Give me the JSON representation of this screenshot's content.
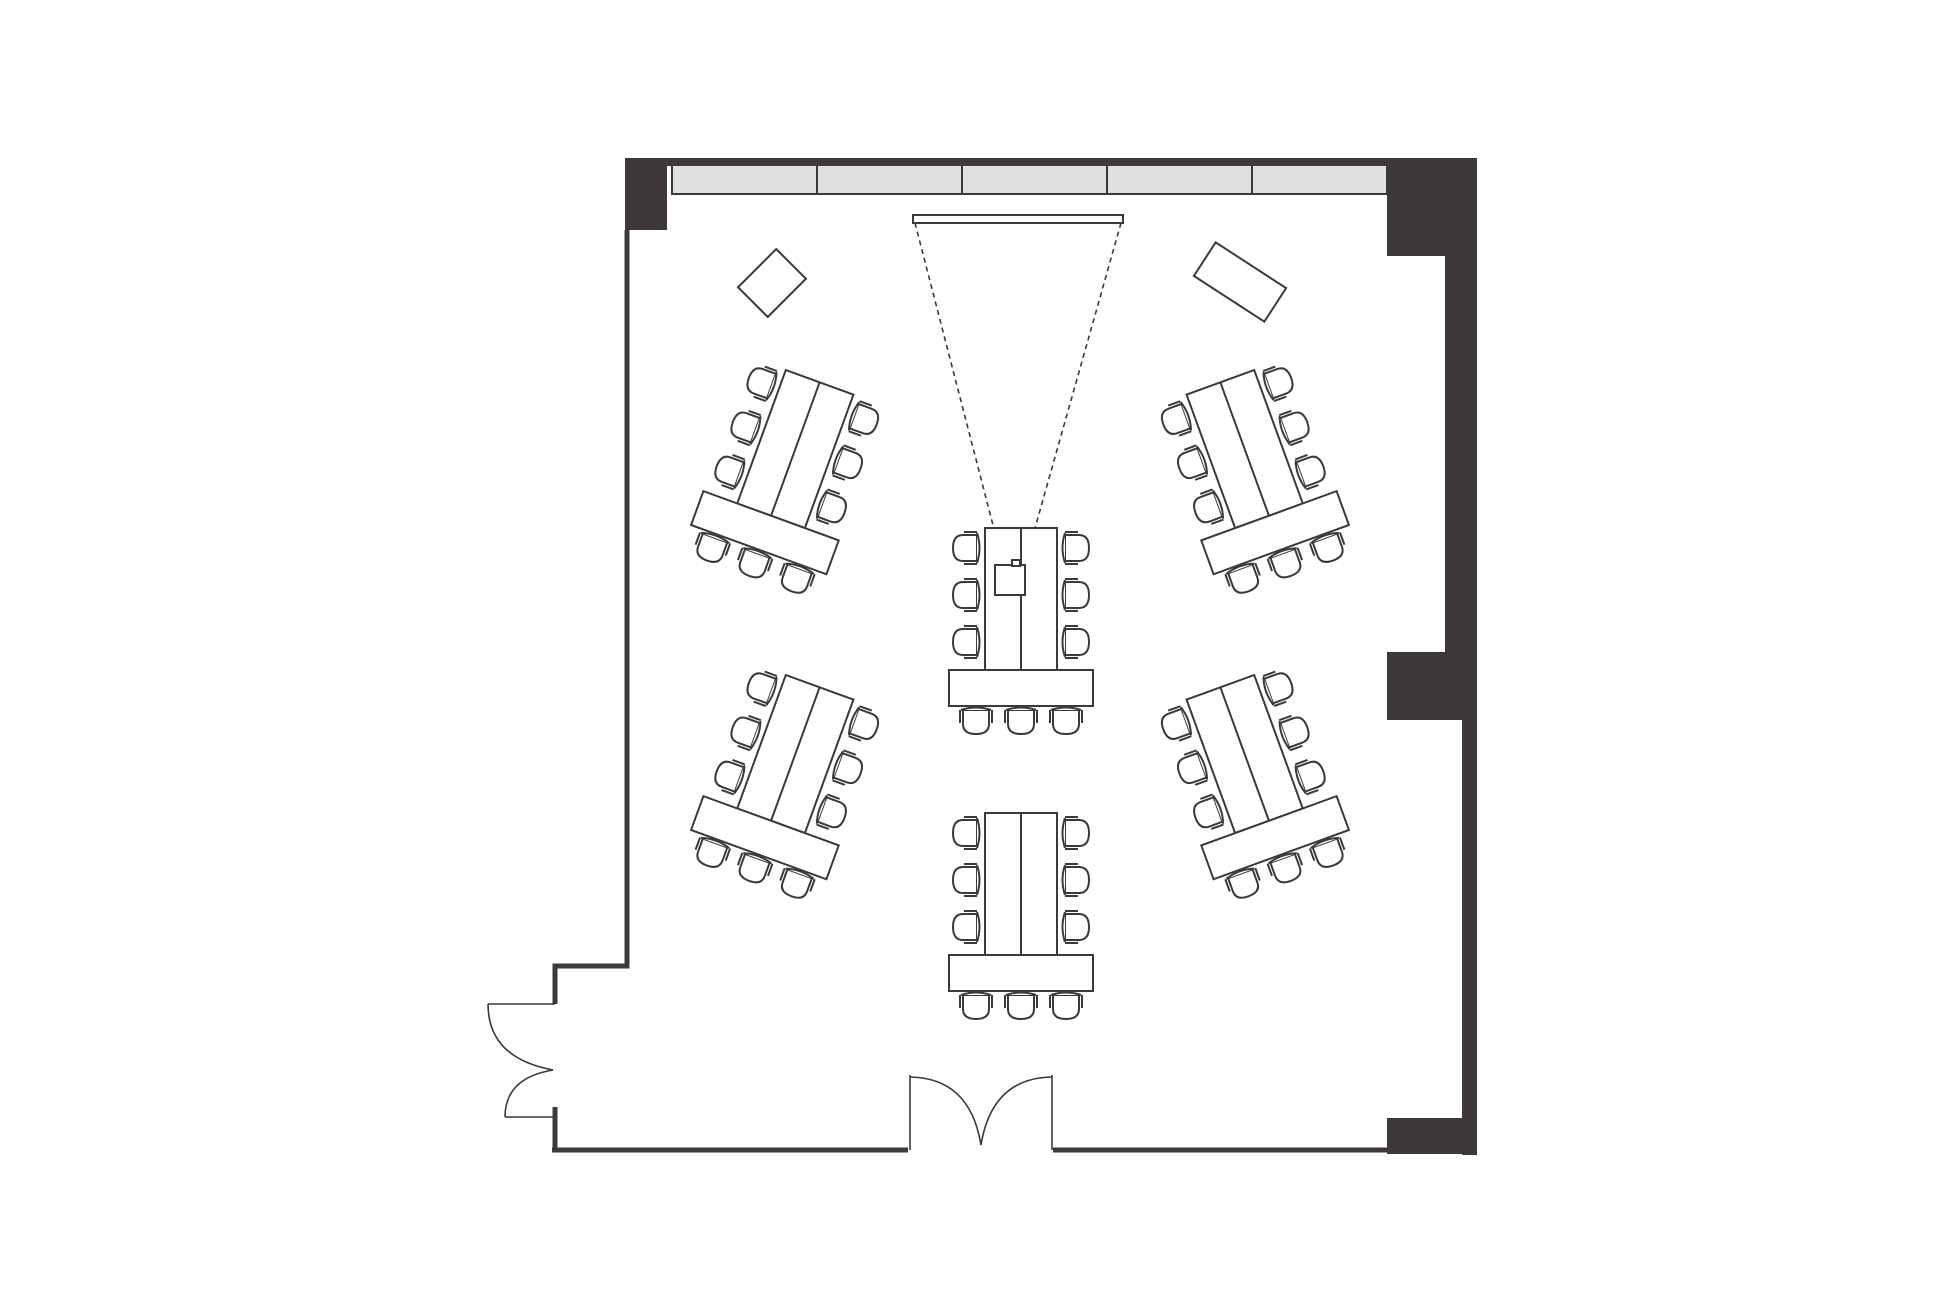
{
  "colors": {
    "wall": "#3d3939",
    "window": "#e1e1e1",
    "background": "#ffffff"
  },
  "layout": {
    "style": "classroom-clusters",
    "table_clusters": 6,
    "chairs_per_cluster": 9,
    "seats_total": 54
  },
  "room_elements": {
    "windows": 5,
    "projector": 1,
    "projection_screen": 1,
    "corner_furniture": 2,
    "double_doors": 2
  },
  "icons": [
    "table-icon",
    "chair-icon",
    "projector-icon",
    "door-icon",
    "window-icon"
  ]
}
